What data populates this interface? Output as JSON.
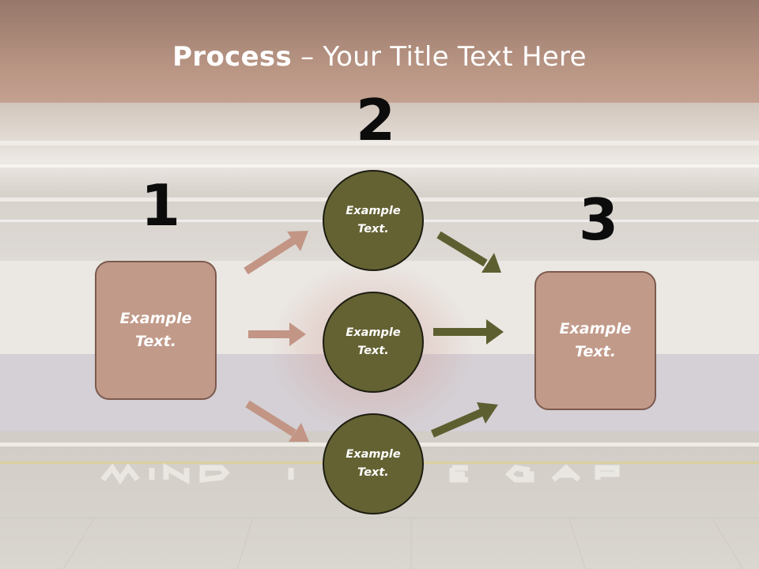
{
  "title": {
    "bold": "Process",
    "rest": " – Your Title Text Here"
  },
  "steps": [
    {
      "number": "1",
      "text_line1": "Example",
      "text_line2": "Text."
    },
    {
      "number": "2",
      "nodes": [
        {
          "text_line1": "Example",
          "text_line2": "Text."
        },
        {
          "text_line1": "Example",
          "text_line2": "Text."
        },
        {
          "text_line1": "Example",
          "text_line2": "Text."
        }
      ]
    },
    {
      "number": "3",
      "text_line1": "Example",
      "text_line2": "Text."
    }
  ],
  "colors": {
    "box_fill": "#c19a8a",
    "box_border": "#7c5a4e",
    "circle_fill": "#646233",
    "arrow_rose": "#c29585",
    "arrow_olive": "#5e5f31",
    "title_band": "#9a6b58"
  }
}
